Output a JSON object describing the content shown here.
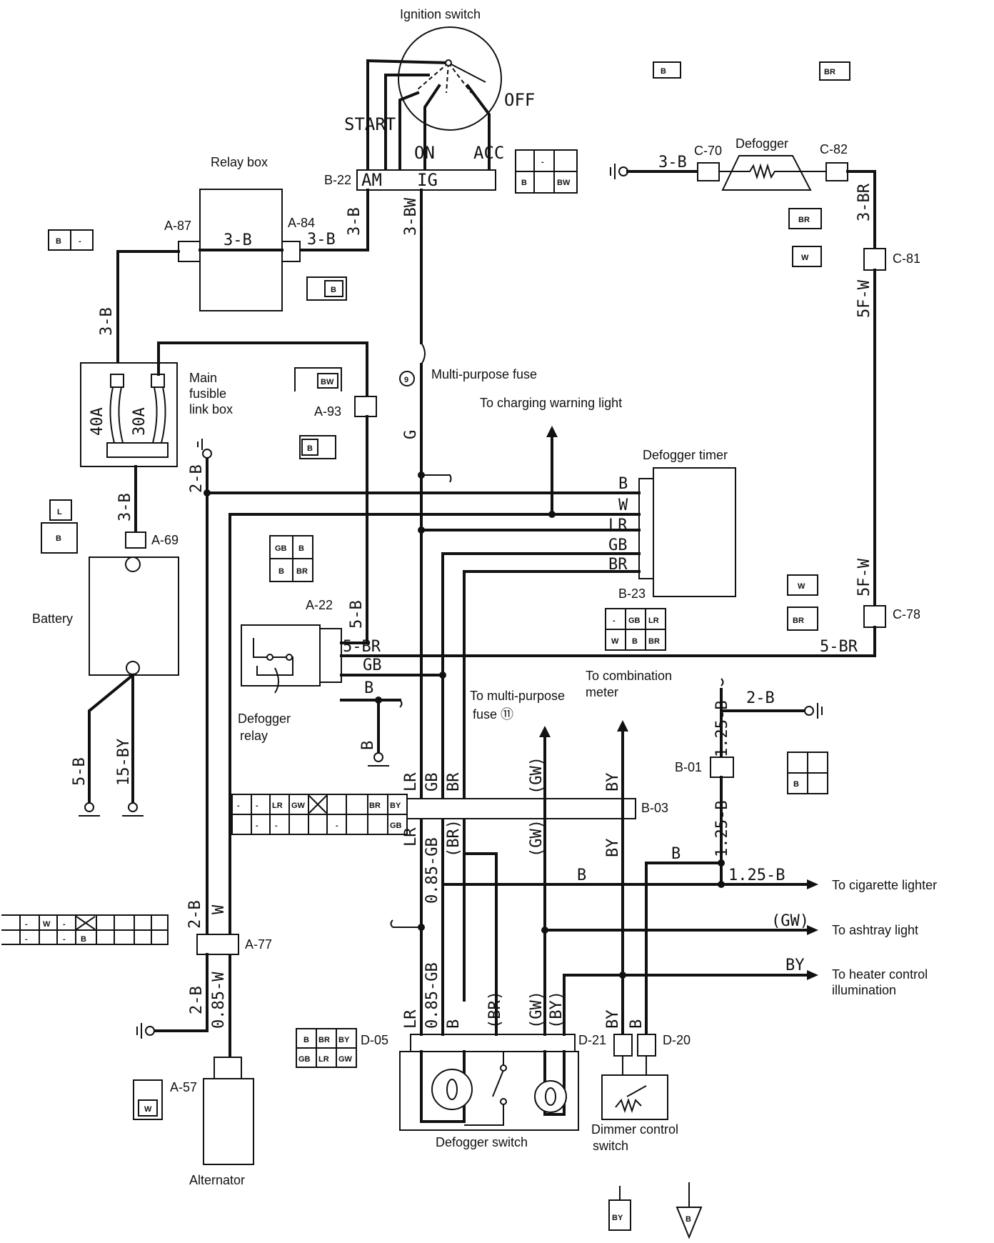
{
  "components": {
    "ignition_switch": "Ignition switch",
    "relay_box": "Relay box",
    "main_fusible_link_box": [
      "Main",
      "fusible",
      "link box"
    ],
    "battery": "Battery",
    "alternator": "Alternator",
    "defogger": "Defogger",
    "defogger_timer": "Defogger timer",
    "defogger_relay": [
      "Defogger",
      "relay"
    ],
    "defogger_switch": "Defogger switch",
    "dimmer_control_switch": [
      "Dimmer control",
      "switch"
    ],
    "multi_purpose_fuse": "Multi-purpose fuse",
    "fuse_number": "9"
  },
  "switch_positions": {
    "off": "OFF",
    "start": "START",
    "on": "ON",
    "acc": "ACC",
    "am": "AM",
    "ig": "IG"
  },
  "fuses": {
    "f40": "40A",
    "f30": "30A"
  },
  "connectors": {
    "b22": "B-22",
    "a87": "A-87",
    "a84": "A-84",
    "a93": "A-93",
    "a69": "A-69",
    "a22": "A-22",
    "a77": "A-77",
    "a57": "A-57",
    "b23": "B-23",
    "b03": "B-03",
    "b01": "B-01",
    "c70": "C-70",
    "c82": "C-82",
    "c81": "C-81",
    "c78": "C-78",
    "d05": "D-05",
    "d21": "D-21",
    "d20": "D-20"
  },
  "destinations": {
    "charging_warning_light": "To charging warning light",
    "multi_purpose_fuse_11": [
      "To multi-purpose",
      "fuse ⑪"
    ],
    "combination_meter": [
      "To combination",
      "meter"
    ],
    "cigarette_lighter": "To cigarette lighter",
    "ashtray_light": "To ashtray light",
    "heater_control_illumination": [
      "To heater control",
      "illumination"
    ]
  },
  "wire_labels": {
    "w_3b_relay": "3-B",
    "w_3b_a84": "3-B",
    "w_3b_vert_am": "3-B",
    "w_3bw": "3-BW",
    "w_3b_left": "3-B",
    "w_3b_fuse": "3-B",
    "w_g": "G",
    "w_2b_ground": "2-B",
    "w_5b": "5-B",
    "w_15by": "15-BY",
    "w_3b_defog": "3-B",
    "w_3br": "3-BR",
    "w_5fw_top": "5F-W",
    "w_5fw_bot": "5F-W",
    "w_5br_right": "5-BR",
    "timer_b": "B",
    "timer_w": "W",
    "timer_lr": "LR",
    "timer_gb": "GB",
    "timer_br": "BR",
    "w_5b_relay": "5-B",
    "relay_5br": "5-BR",
    "relay_gb": "GB",
    "relay_b": "B",
    "relay_ground_b": "B",
    "w_2b_mid": "2-B",
    "w_2b_a77": "2-B",
    "w_w_a77": "W",
    "w_2b_a77_low": "2-B",
    "w_085w": "0.85-W",
    "b03_lr": "LR",
    "b03_gb": "GB",
    "b03_br": "BR",
    "b03_gw": "(GW)",
    "b03_by": "BY",
    "b03_lr_low": "LR",
    "b03_085gb": "0.85-GB",
    "b03_br_paren": "(BR)",
    "b03_gw_low": "(GW)",
    "b03_by_low": "BY",
    "d05_lr": "LR",
    "d05_085gb": "0.85-GB",
    "d05_b": "B",
    "d05_br": "(BR)",
    "d05_gw": "(GW)",
    "d05_by": "(BY)",
    "d21_by": "BY",
    "d20_b": "B",
    "w_2b_right": "2-B",
    "w_125b_a": "1.25-B",
    "w_125b_b": "1.25-B",
    "w_125b_c": "1.25-B",
    "bus_b_top": "B",
    "bus_b_mid": "B",
    "bus_gw": "(GW)",
    "bus_by": "BY"
  },
  "pin_codes": {
    "b22_pins": [
      "-",
      "B",
      "BW"
    ],
    "a87_pins": [
      "B",
      "-"
    ],
    "a84_pin": "B",
    "a93_pin": "BW",
    "a93_pin2": "B",
    "a69_l": "L",
    "a69_b": "B",
    "a22_pins": [
      "GB",
      "B",
      "B",
      "BR"
    ],
    "b23_pins": [
      "-",
      "GB",
      "LR",
      "W",
      "B",
      "BR"
    ],
    "b03_top": [
      "-",
      "-",
      "LR",
      "GW",
      "",
      "",
      "",
      "BR",
      "BY"
    ],
    "b03_bot": [
      "-",
      "-",
      "-",
      "GB"
    ],
    "a77_top": [
      "-",
      "W",
      "-"
    ],
    "a77_bot": [
      "-",
      "-",
      "B"
    ],
    "d05_pins": [
      "B",
      "BR",
      "BY",
      "GB",
      "LR",
      "GW"
    ],
    "a57_pin": "W",
    "c70_pin": "B",
    "c82_pin": "BR",
    "c81_pin": "W",
    "c78_pin": "W",
    "c78_pin2": "BR",
    "b01_pin": "B",
    "top_b": "B",
    "top_br": "BR",
    "bottom_by": "BY",
    "bottom_b": "B"
  }
}
